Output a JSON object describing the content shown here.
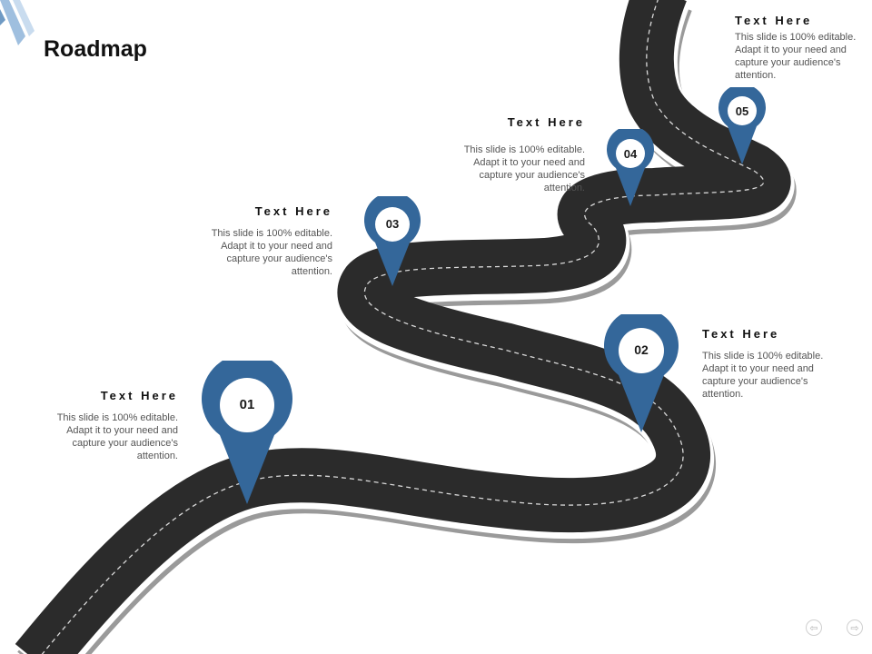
{
  "title": "Roadmap",
  "colors": {
    "road": "#2b2b2b",
    "road_shadow": "#9a9a9a",
    "pin": "#34679a",
    "dash": "#d9d9d9",
    "corner_accent": "#9fbfdf"
  },
  "milestones": [
    {
      "number": "01",
      "heading": "Text Here",
      "body": "This slide is 100% editable. Adapt it to your need and capture your audience's attention."
    },
    {
      "number": "02",
      "heading": "Text Here",
      "body": "This slide is 100% editable. Adapt it to your need and capture your audience's attention."
    },
    {
      "number": "03",
      "heading": "Text Here",
      "body": "This slide is 100% editable. Adapt it to your need and capture your audience's attention."
    },
    {
      "number": "04",
      "heading": "Text Here",
      "body": "This slide is 100% editable. Adapt it to your need and capture your audience's attention."
    },
    {
      "number": "05",
      "heading": "Text Here",
      "body": "This slide is 100% editable. Adapt it to your need and capture your audience's attention."
    }
  ],
  "nav": {
    "prev_icon": "arrow-left-circle-icon",
    "next_icon": "arrow-right-circle-icon"
  }
}
